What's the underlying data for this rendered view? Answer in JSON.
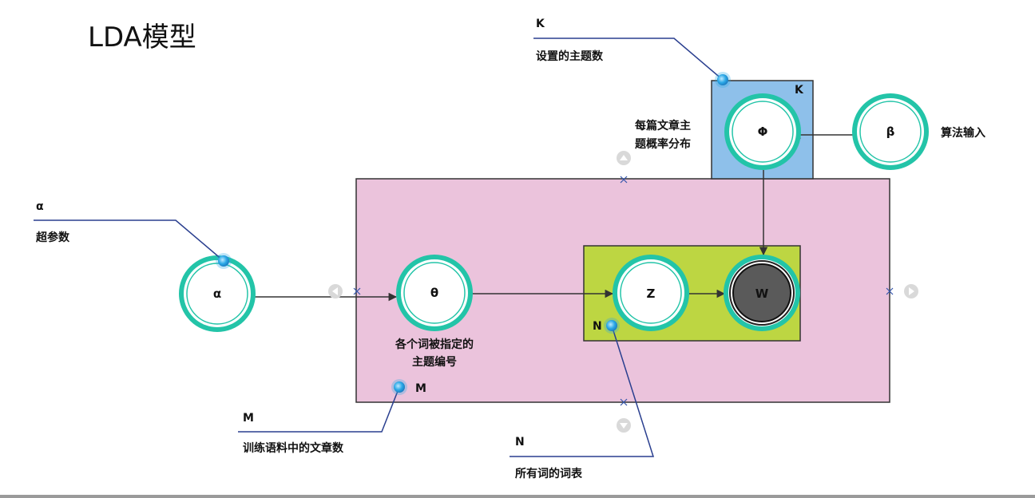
{
  "title": "LDA模型",
  "plates": {
    "topic_plate_label": "K",
    "word_plate_label": "N",
    "document_plate_label": "M"
  },
  "nodes": {
    "alpha": "α",
    "theta": "θ",
    "z": "Z",
    "w": "W",
    "phi": "Φ",
    "beta": "β"
  },
  "labels": {
    "phi_desc_line1": "每篇文章主",
    "phi_desc_line2": "题概率分布",
    "beta_desc": "算法输入",
    "theta_desc_line1": "各个词被指定的",
    "theta_desc_line2": "主题编号"
  },
  "callouts": {
    "k": {
      "title": "K",
      "text": "设置的主题数"
    },
    "alpha": {
      "title": "α",
      "text": "超参数"
    },
    "m": {
      "title": "M",
      "text": "训练语料中的文章数"
    },
    "n": {
      "title": "N",
      "text": "所有词的词表"
    }
  },
  "colors": {
    "document_plate": "#ebc3dc",
    "word_plate": "#bdd642",
    "topic_plate": "#8ec0ea",
    "node_ring": "#23c4a8",
    "observed_node": "#5a5a5a",
    "callout_line": "#2a3f8f",
    "callout_dot": "#2aa8e6"
  }
}
